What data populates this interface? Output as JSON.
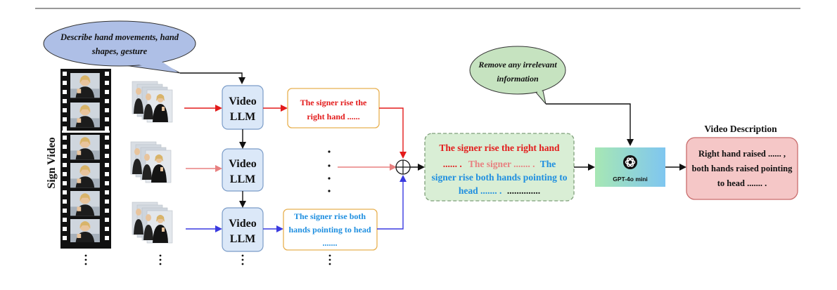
{
  "prompt_left": {
    "line1": "Describe hand movements, hand",
    "line2": "shapes, gesture"
  },
  "prompt_right": {
    "line1": "Remove any irrelevant",
    "line2": "information"
  },
  "sign_video_label": "Sign Video",
  "llm_blocks": [
    {
      "line1": "Video",
      "line2": "LLM"
    },
    {
      "line1": "Video",
      "line2": "LLM"
    },
    {
      "line1": "Video",
      "line2": "LLM"
    }
  ],
  "output_top": {
    "line1": "The signer rise the",
    "line2": "right hand ......"
  },
  "output_bottom": {
    "line1": "The signer rise both",
    "line2": "hands pointing to head",
    "line3": "......."
  },
  "combined": {
    "line1": "The signer rise the right hand",
    "line2_a": "......  .",
    "line2_b": "The signer ....... .",
    "line2_c": "The",
    "line3": "signer rise both hands pointing to",
    "line4_a": "head ....... .",
    "line4_b": ".............."
  },
  "gpt": {
    "label": "GPT-4o mini"
  },
  "video_description": {
    "title": "Video Description",
    "line1": "Right hand raised ...... ,",
    "line2": "both hands raised pointing",
    "line3": "to head ....... ."
  },
  "colors": {
    "red": "#e31b1b",
    "pink": "#e88080",
    "blue": "#3a3ae0",
    "text_blue": "#1f8fe0",
    "llm_fill": "#dbe8f8",
    "llm_stroke": "#7b9cc8",
    "combined_fill": "#d9eed5",
    "combined_stroke": "#7f9f7a",
    "desc_fill": "#f5c7c7",
    "desc_stroke": "#c96d6d",
    "bubble_left": "#aebfe6",
    "bubble_right": "#c6e3c0",
    "orange": "#e8b050"
  },
  "icons": [
    "film-strip-icon",
    "video-frame-stack-icon",
    "openai-logo-icon",
    "circle-plus-icon"
  ]
}
